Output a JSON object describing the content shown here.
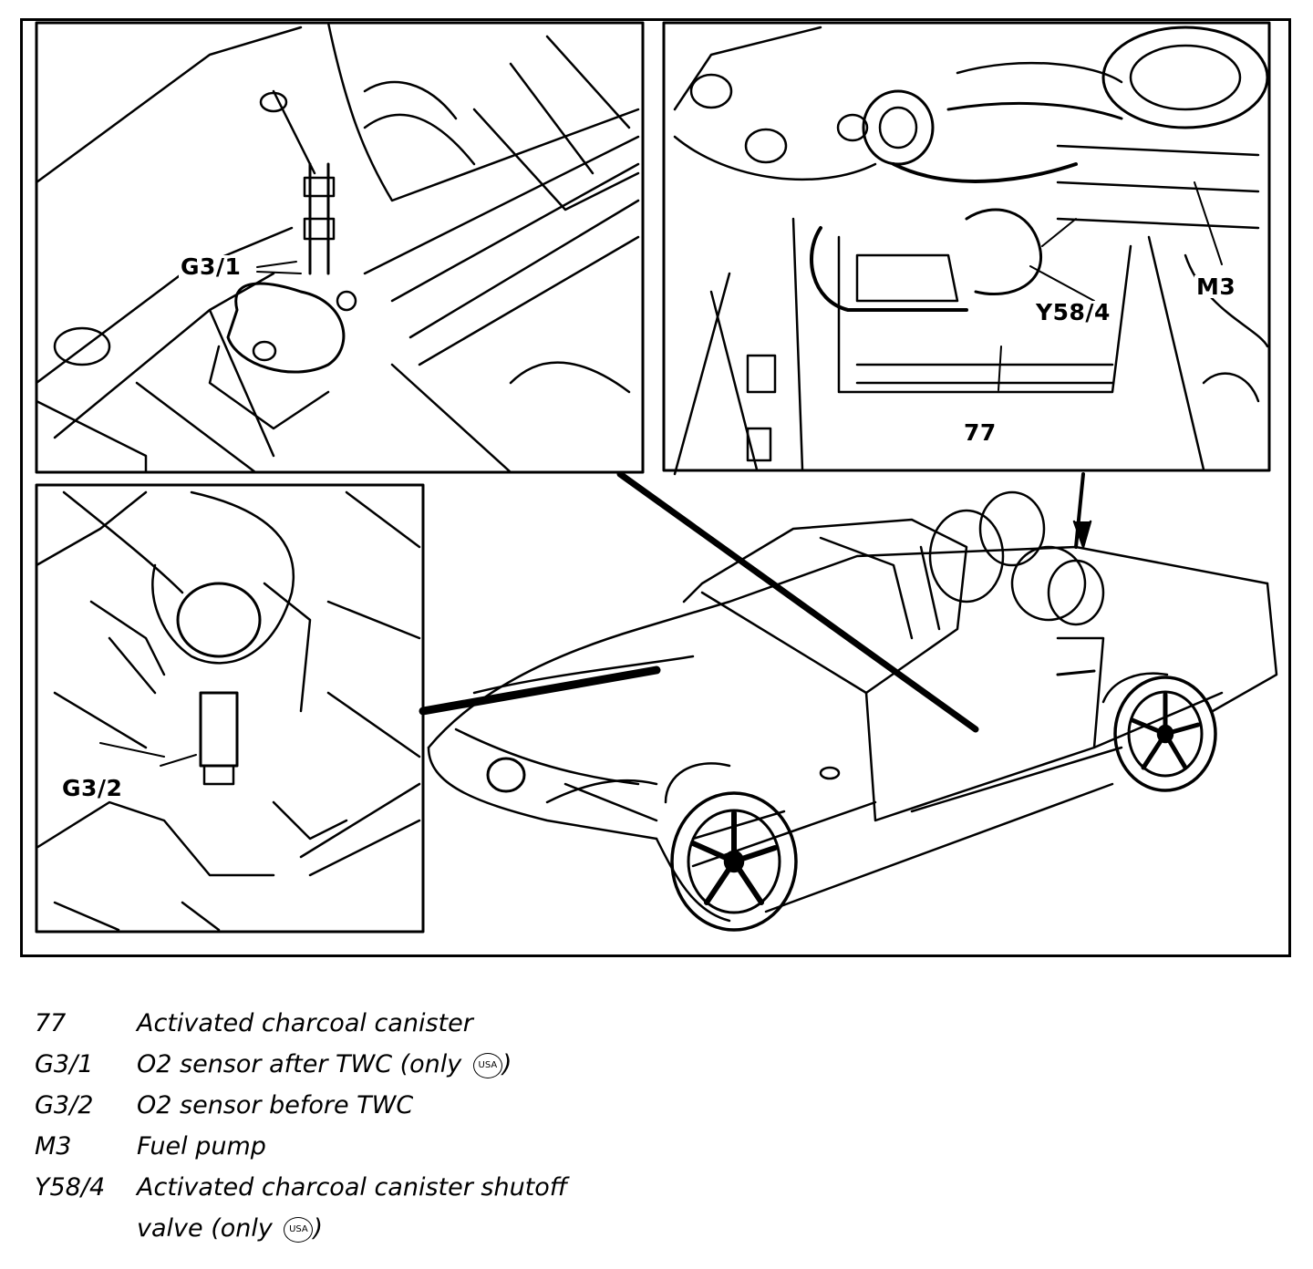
{
  "callouts": {
    "g31": "G3/1",
    "g32": "G3/2",
    "m3": "M3",
    "y584": "Y58/4",
    "c77": "77"
  },
  "legend": [
    {
      "code": "77",
      "desc": "Activated charcoal canister",
      "badge": ""
    },
    {
      "code": "G3/1",
      "desc": "O2 sensor after TWC (only ",
      "badge": "USA",
      "tail": ")"
    },
    {
      "code": "G3/2",
      "desc": "O2 sensor before TWC",
      "badge": ""
    },
    {
      "code": "M3",
      "desc": "Fuel pump",
      "badge": ""
    },
    {
      "code": "Y58/4",
      "desc": "Activated charcoal canister shutoff",
      "badge": ""
    },
    {
      "code": "",
      "desc": "valve (only ",
      "badge": "USA",
      "tail": ")"
    }
  ]
}
